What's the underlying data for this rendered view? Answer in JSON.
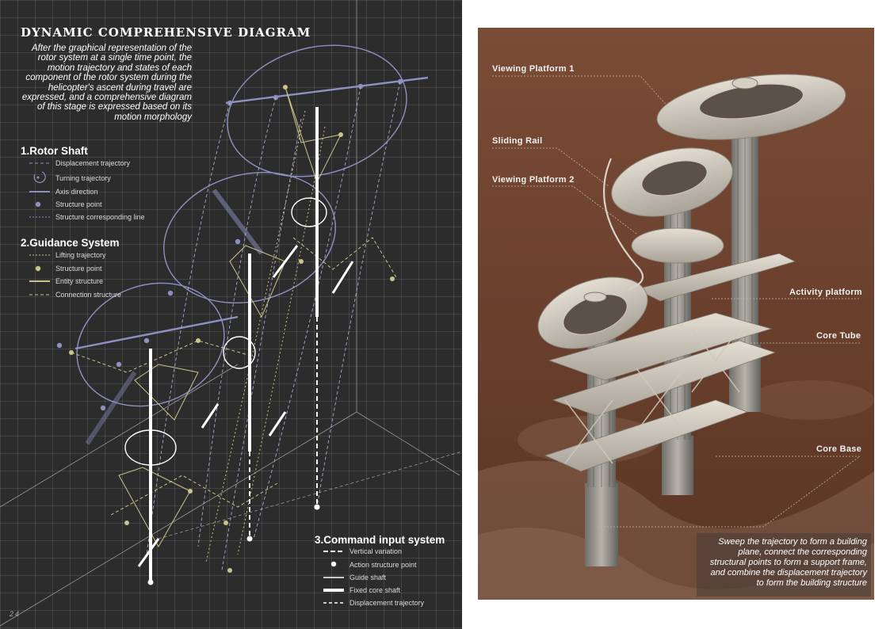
{
  "left": {
    "title": "DYNAMIC COMPREHENSIVE DIAGRAM",
    "intro": "After the graphical representation of the rotor system at a single time point, the motion trajectory and states of each component of the rotor system during the helicopter's ascent during travel are expressed, and a comprehensive diagram of this stage is expressed based on its motion morphology",
    "sections": [
      {
        "title": "1.Rotor Shaft",
        "items": [
          "Displacement trajectory",
          "Turning trajectory",
          "Axis direction",
          "Structure point",
          "Structure corresponding line"
        ]
      },
      {
        "title": "2.Guidance System",
        "items": [
          "Lifting trajectory",
          "Structure point",
          "Entity structure",
          "Connection structure"
        ]
      },
      {
        "title": "3.Command input system",
        "items": [
          "Vertical variation",
          "Action structure point",
          "Guide shaft",
          "Fixed core shaft",
          "Displacement trajectory"
        ]
      }
    ],
    "page_number": "24",
    "colors": {
      "rotor": "#8e90c2",
      "guidance": "#cbc488",
      "command": "#ffffff",
      "background": "#2c2c2c"
    }
  },
  "right": {
    "callouts": [
      "Viewing Platform 1",
      "Sliding Rail",
      "Viewing Platform 2",
      "Activity platform",
      "Core Tube",
      "Core Base"
    ],
    "caption": "Sweep the trajectory to form a building plane, connect the corresponding structural points to form a support frame, and combine the displacement trajectory to form the building structure"
  }
}
